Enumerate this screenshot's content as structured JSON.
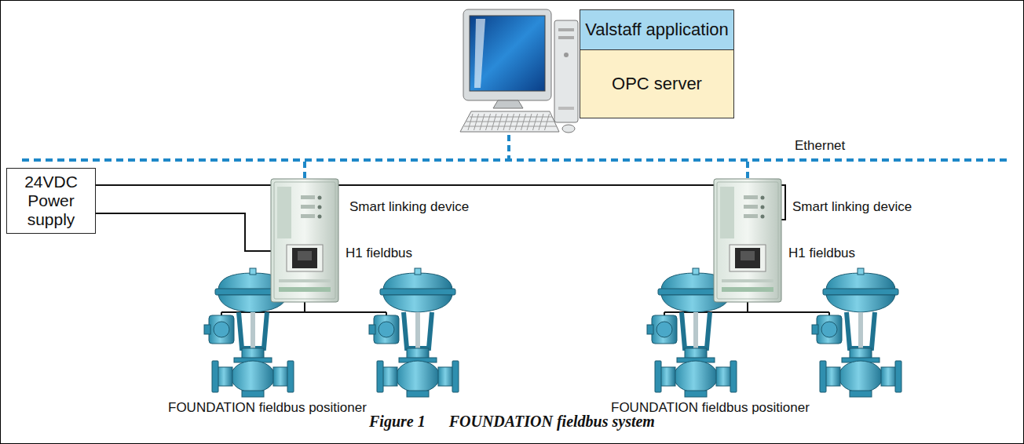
{
  "diagram": {
    "caption": "Figure 1      FOUNDATION fieldbus system",
    "nodes": [
      {
        "text": [
          "Valstaff application"
        ]
      },
      {
        "text": [
          "OPC server"
        ]
      },
      {
        "text": [
          "24VDC Power supply"
        ]
      },
      {
        "text": [
          "Smart linking device"
        ]
      },
      {
        "text": [
          "Smart linking device"
        ]
      }
    ],
    "edges": [
      {
        "from": 2,
        "to": 3,
        "arrow": "none"
      },
      {
        "from": 2,
        "to": 4,
        "arrow": "none"
      }
    ],
    "labels": [
      "Ethernet",
      "H1 fieldbus",
      "H1 fieldbus",
      "FOUNDATION fieldbus positioner",
      "FOUNDATION fieldbus positioner"
    ]
  }
}
